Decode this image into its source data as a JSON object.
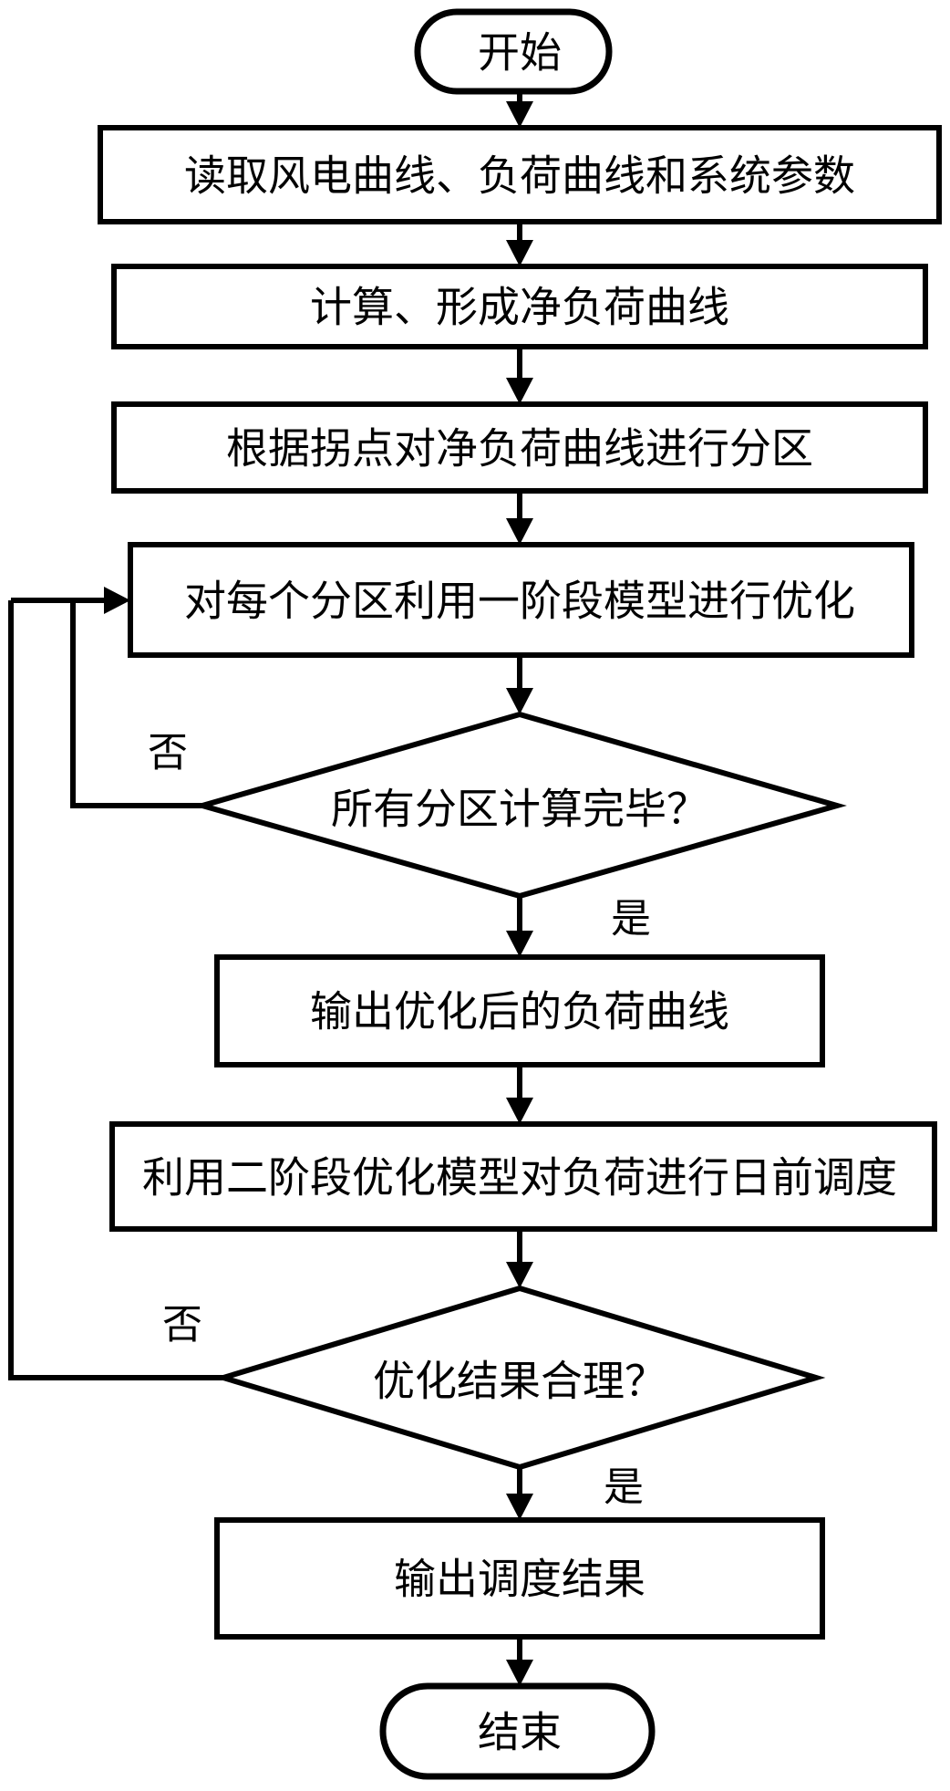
{
  "flowchart": {
    "colors": {
      "stroke": "#000000",
      "fill": "#ffffff",
      "text": "#000000"
    },
    "start": {
      "label": "开始"
    },
    "end": {
      "label": "结束"
    },
    "steps": [
      {
        "id": "read-data",
        "label": "读取风电曲线、负荷曲线和系统参数"
      },
      {
        "id": "calc-net-load",
        "label": "计算、形成净负荷曲线"
      },
      {
        "id": "partition",
        "label": "根据拐点对净负荷曲线进行分区"
      },
      {
        "id": "stage1-optimize",
        "label": "对每个分区利用一阶段模型进行优化"
      },
      {
        "id": "output-load-curve",
        "label": "输出优化后的负荷曲线"
      },
      {
        "id": "stage2-dispatch",
        "label": "利用二阶段优化模型对负荷进行日前调度"
      },
      {
        "id": "output-dispatch-result",
        "label": "输出调度结果"
      }
    ],
    "decisions": [
      {
        "id": "all-partitions-done",
        "label": "所有分区计算完毕？",
        "yes": "是",
        "no": "否"
      },
      {
        "id": "result-reasonable",
        "label": "优化结果合理？",
        "yes": "是",
        "no": "否"
      }
    ]
  }
}
